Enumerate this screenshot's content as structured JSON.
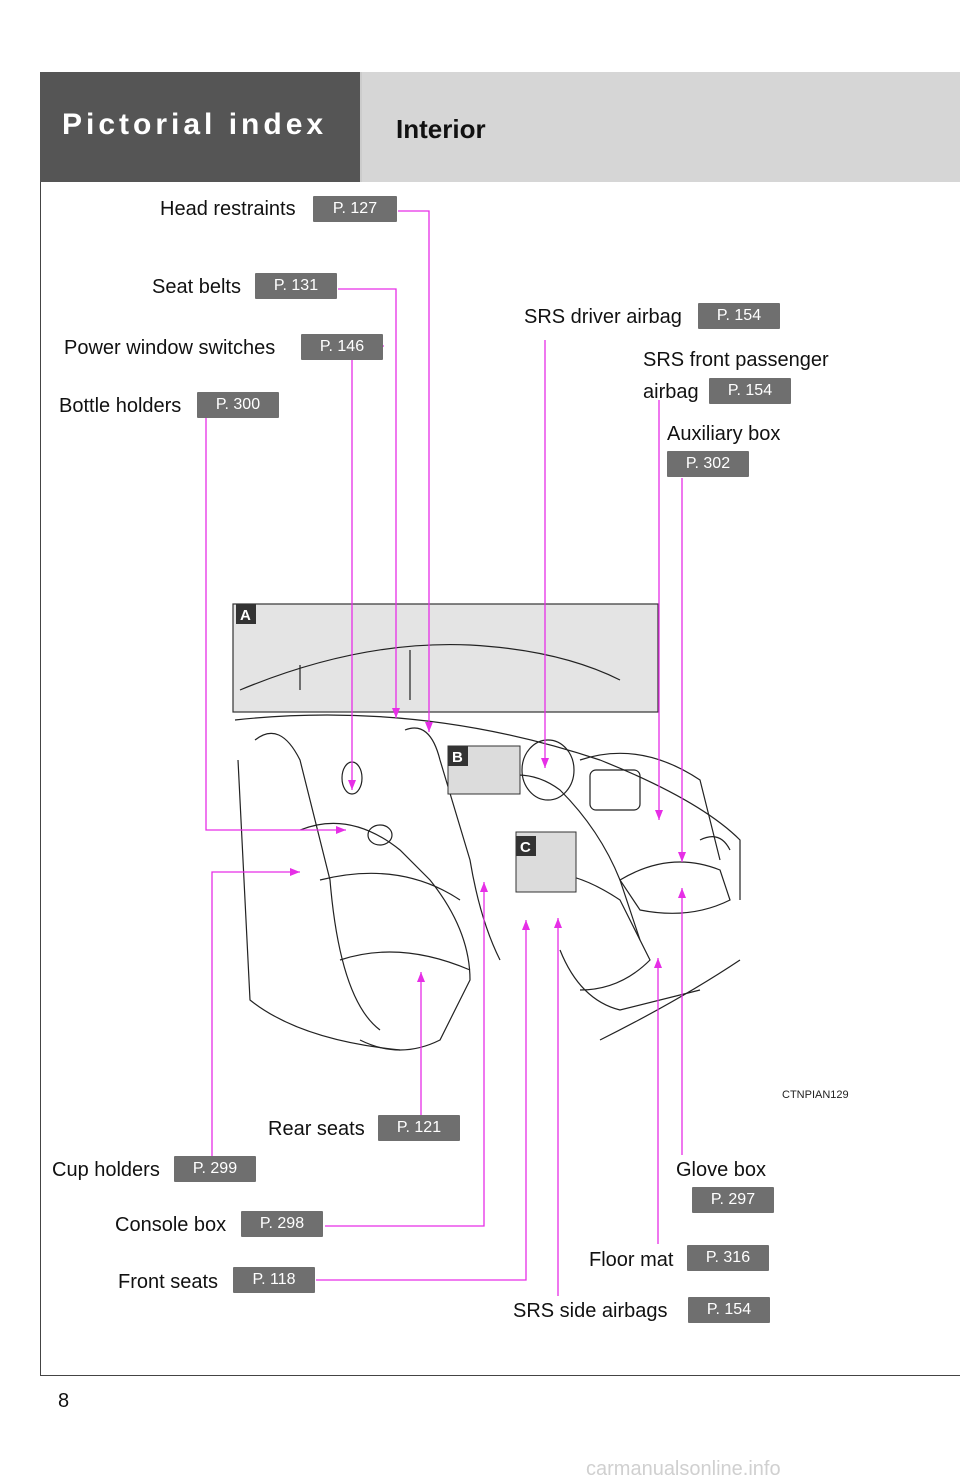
{
  "header": {
    "section": "Pictorial index",
    "title": "Interior"
  },
  "callouts": {
    "head_restraints": {
      "label": "Head restraints",
      "page": "P. 127"
    },
    "seat_belts": {
      "label": "Seat belts",
      "page": "P. 131"
    },
    "power_window_switches": {
      "label": "Power window switches",
      "page": "P. 146"
    },
    "bottle_holders": {
      "label": "Bottle holders",
      "page": "P. 300"
    },
    "srs_driver_airbag": {
      "label": "SRS driver airbag",
      "page": "P. 154"
    },
    "srs_front_passenger_airbag": {
      "label_line1": "SRS front passenger",
      "label_line2": "airbag",
      "page": "P. 154"
    },
    "auxiliary_box": {
      "label": "Auxiliary box",
      "page": "P. 302"
    },
    "rear_seats": {
      "label": "Rear seats",
      "page": "P. 121"
    },
    "cup_holders": {
      "label": "Cup holders",
      "page": "P. 299"
    },
    "console_box": {
      "label": "Console box",
      "page": "P. 298"
    },
    "front_seats": {
      "label": "Front seats",
      "page": "P. 118"
    },
    "glove_box": {
      "label": "Glove box",
      "page": "P. 297"
    },
    "floor_mat": {
      "label": "Floor mat",
      "page": "P. 316"
    },
    "srs_side_airbags": {
      "label": "SRS side airbags",
      "page": "P. 154"
    }
  },
  "figure": {
    "inset_markers": [
      "A",
      "B",
      "C"
    ],
    "code": "CTNPIAN129"
  },
  "page_number": "8",
  "watermark": "carmanualsonline.info",
  "colors": {
    "leader": "#e62ee6",
    "badge": "#6f6f6f",
    "header_dark": "#555555",
    "header_light": "#d6d6d6"
  }
}
